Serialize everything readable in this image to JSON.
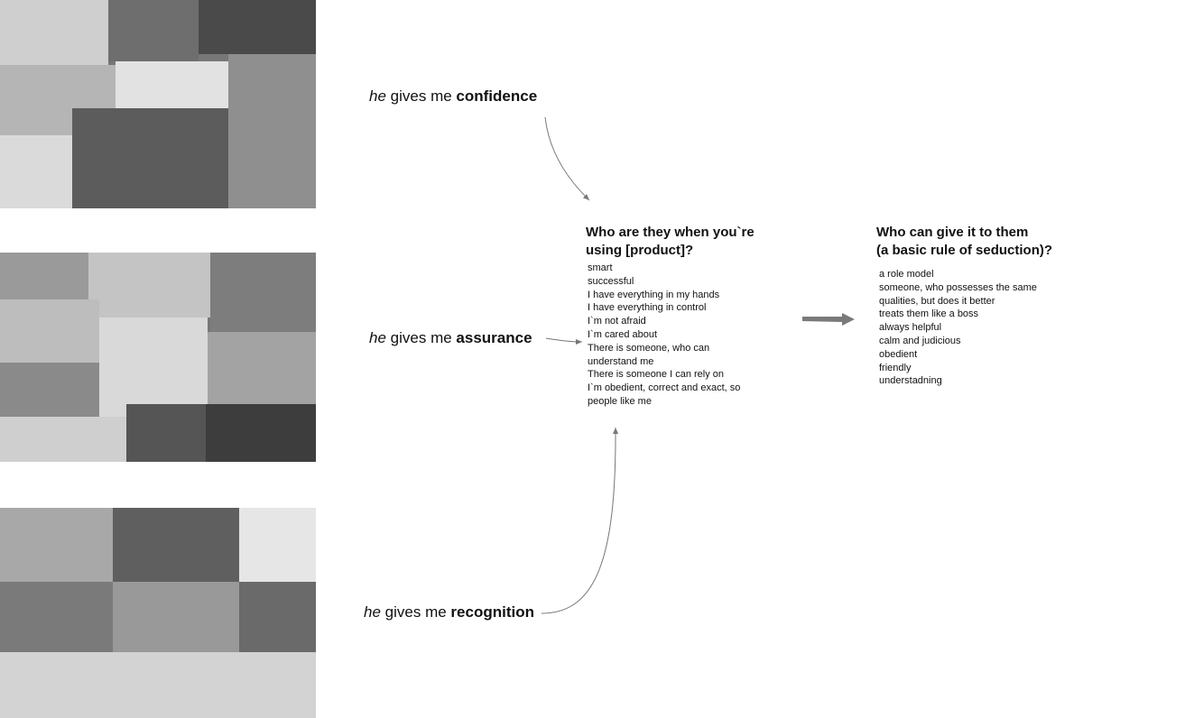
{
  "statements": [
    {
      "pronoun": "he",
      "verb": "gives me",
      "keyword": "confidence"
    },
    {
      "pronoun": "he",
      "verb": "gives me",
      "keyword": "assurance"
    },
    {
      "pronoun": "he",
      "verb": "gives me",
      "keyword": "recognition"
    }
  ],
  "who": {
    "heading_line1": "Who are they when you`re",
    "heading_line2": "using [product]?",
    "items": [
      "smart",
      "successful",
      "I have everything in my hands",
      "I have everything in control",
      "I`m not afraid",
      "I`m cared about",
      "There is someone, who can",
      "understand me",
      "There is someone I can rely on",
      "I`m obedient, correct and exact, so",
      "people like me"
    ]
  },
  "giver": {
    "heading_line1": "Who can give it to them",
    "heading_line2": "(a basic rule of seduction)?",
    "items": [
      "a role model",
      "someone, who possesses the same",
      "qualities, but does it better",
      "treats them like a boss",
      "always helpful",
      "calm and judicious",
      "obedient",
      "friendly",
      "understadning"
    ]
  },
  "colors": {
    "text": "#111111",
    "connector": "#777777",
    "arrow": "#7a7a7a"
  }
}
